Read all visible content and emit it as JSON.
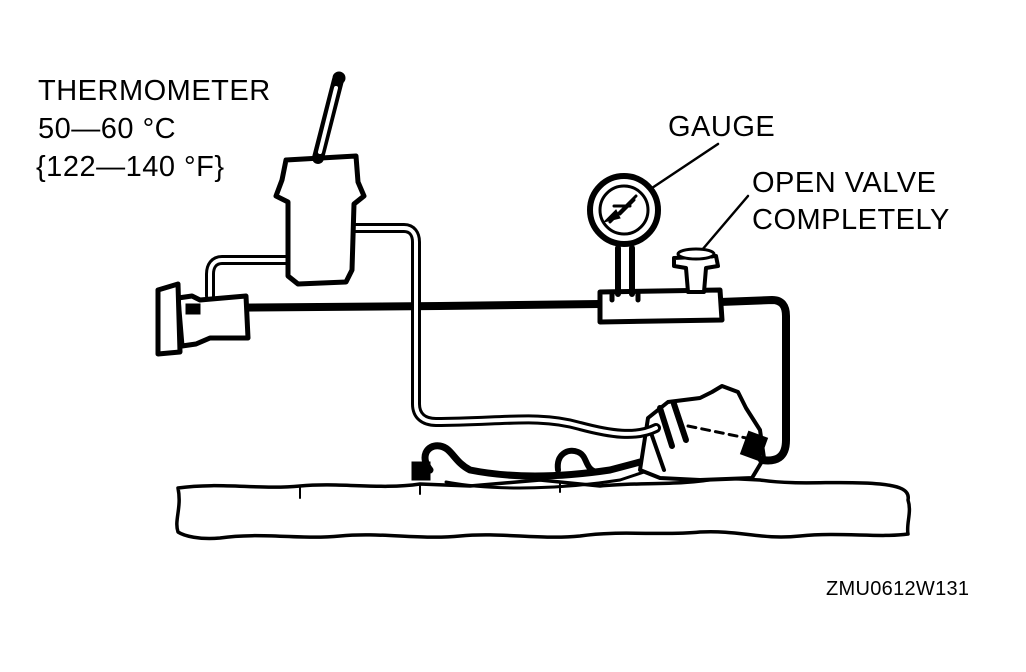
{
  "labels": {
    "thermometer_title": "THERMOMETER",
    "thermometer_celsius": "50—60 °C",
    "thermometer_fahrenheit": "{122—140 °F}",
    "gauge": "GAUGE",
    "valve_line1": "OPEN VALVE",
    "valve_line2": "COMPLETELY",
    "figure_code": "ZMU0612W131"
  },
  "colors": {
    "ink": "#000000",
    "paper": "#ffffff"
  }
}
